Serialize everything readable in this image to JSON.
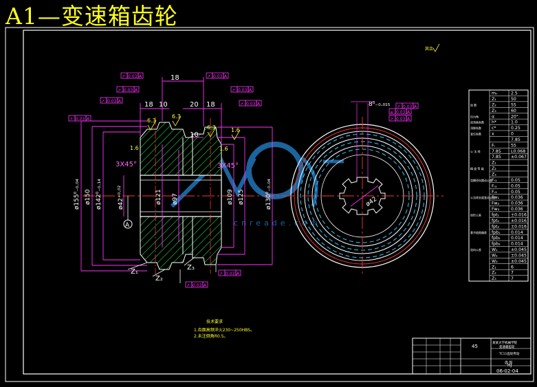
{
  "title": "A1—变速箱齿轮",
  "colors": {
    "background": "#000000",
    "title": "#ffff1a",
    "frame": "#ffffff",
    "outline": "#ffffff",
    "hatch": "#00cc33",
    "dimension": "#ff33ff",
    "centerline": "#ff3333",
    "tolerance": "#ff33ff",
    "note": "#ffff33",
    "watermark": "#1e6fb0",
    "pitch": "#33ccff"
  },
  "dimensions": {
    "top": [
      "18",
      "18",
      "10",
      "20",
      "18",
      "10"
    ],
    "roughness": [
      "6.3",
      "6.3",
      "6.3",
      "1.6",
      "1.6",
      "1.6"
    ],
    "chamfer": [
      "3X45°",
      "3X45°"
    ],
    "diameters_left": [
      "ø155⁰₋₀.₀₄",
      "ø150",
      "ø142⁰₋₀.₁₄",
      "ø42⁺⁰·⁰²",
      "ø121",
      "ø97"
    ],
    "diameters_right": [
      "ø109",
      "ø125",
      "ø130⁰₋₀.₀₄"
    ],
    "gear_labels": [
      "Z₁",
      "Z₂",
      "Z₃"
    ],
    "datum": "A",
    "keyway": "8⁰₋₀.₀₁₅",
    "bore_view": "ø42"
  },
  "tolerance_frames": [
    {
      "sym": "↗",
      "val": "0.03",
      "ref": "A"
    },
    {
      "sym": "↗",
      "val": "0.03",
      "ref": "A"
    },
    {
      "sym": "↗",
      "val": "0.03",
      "ref": "A"
    },
    {
      "sym": "↗",
      "val": "0.03",
      "ref": "A"
    },
    {
      "sym": "↗",
      "val": "0.03",
      "ref": "A"
    },
    {
      "sym": "↗",
      "val": "0.03",
      "ref": "A"
    },
    {
      "sym": "↗",
      "val": "0.03",
      "ref": "A"
    },
    {
      "sym": "↗",
      "val": "0.03",
      "ref": "A"
    },
    {
      "sym": "↗",
      "val": "0.03",
      "ref": "A"
    },
    {
      "sym": "↗",
      "val": "0.03",
      "ref": "A"
    },
    {
      "sym": "≡",
      "val": "0.03",
      "ref": "A"
    },
    {
      "sym": "↗",
      "val": "0.03",
      "ref": "A"
    }
  ],
  "surface_note": "其余",
  "notes": {
    "title": "技术要求",
    "lines": [
      "1.齿面高频淬火230~250HBS。",
      "2.未注倒角R0.5。"
    ]
  },
  "param_table": [
    [
      "",
      "mₙ",
      "2.5"
    ],
    [
      "",
      "Z₁",
      "50"
    ],
    [
      "齿  数",
      "Z₂",
      "55"
    ],
    [
      "",
      "Z₃",
      "60"
    ],
    [
      "压力角",
      "α",
      "20°"
    ],
    [
      "齿顶高系数",
      "h*",
      "1.0"
    ],
    [
      "顶隙系数",
      "c*",
      "0.25"
    ],
    [
      "变位系数",
      "x",
      "0"
    ],
    [
      "",
      "",
      "7.85"
    ],
    [
      "",
      "Fᵣ",
      "55"
    ],
    [
      "公  法  线",
      "7.85",
      "L0.068"
    ],
    [
      "",
      "7.85",
      "±0.067"
    ],
    [
      "",
      "Z₁",
      ""
    ],
    [
      "精  度  等  级",
      "Z₂",
      ""
    ],
    [
      "",
      "Z₃",
      ""
    ],
    [
      "齿圈径向跳动公差",
      "Fᵣ₁",
      "0.05"
    ],
    [
      "",
      "Fᵣ₂",
      "0.05"
    ],
    [
      "",
      "Fᵣ₃",
      "0.05"
    ],
    [
      "公法线长度变动公差",
      "Fw₁",
      "0.036"
    ],
    [
      "",
      "Fw₂",
      "0.036"
    ],
    [
      "",
      "Fw₃",
      "0.036"
    ],
    [
      "齿形公差",
      "fpt₁",
      "±0.016"
    ],
    [
      "",
      "fpt₂",
      "±0.016"
    ],
    [
      "",
      "fpt₃",
      "±0.016"
    ],
    [
      "基节极限偏差",
      "fpb₁",
      "0.014"
    ],
    [
      "",
      "fpb₂",
      "0.014"
    ],
    [
      "",
      "fpb₃",
      "0.014"
    ],
    [
      "齿向公差",
      "W₁",
      "±0.045"
    ],
    [
      "",
      "W₂",
      "±0.045"
    ],
    [
      "",
      "W₃",
      "±0.045"
    ],
    [
      "",
      "Z₁",
      "6"
    ],
    [
      "",
      "Z₂",
      "7"
    ],
    [
      "",
      "Z₃",
      "7"
    ]
  ],
  "title_block": {
    "material": "45",
    "school": "某某大学机械学院",
    "drawing_name": "变速箱齿轮",
    "dept": "TC11齿轮传动",
    "subtitle": "齿  轮",
    "code": "HJ",
    "date": "06-02-04"
  },
  "watermark": {
    "text": "cnreade.com"
  }
}
